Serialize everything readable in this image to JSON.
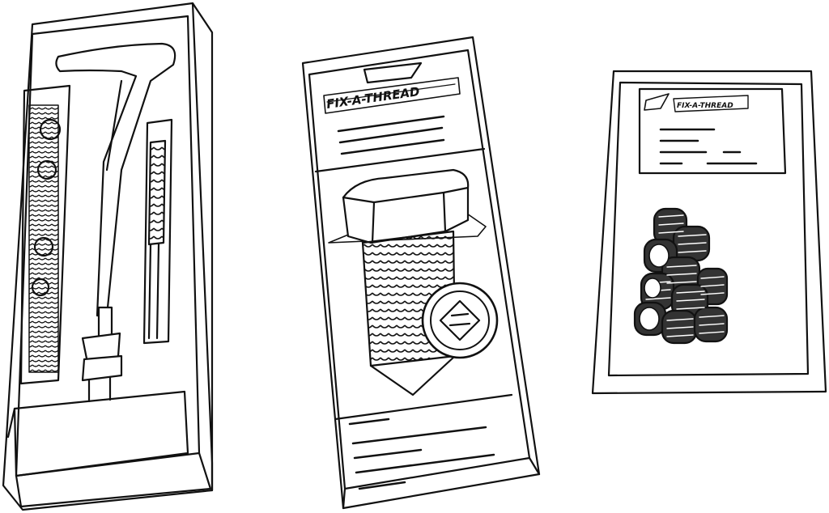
{
  "scene": {
    "ink_color": "#111111",
    "paper_color": "#ffffff",
    "brand_logo_text": "FIX-A-THREAD"
  },
  "products": [
    {
      "id": "repair-kit-tray",
      "contents": [
        "installation-tool",
        "thread-inserts",
        "tap"
      ]
    },
    {
      "id": "boxed-kit",
      "artwork": [
        "brand-logo",
        "bolt-illustration",
        "label-text-lines"
      ]
    },
    {
      "id": "insert-pack",
      "artwork": [
        "brand-logo",
        "label-text-lines",
        "thread-inserts"
      ]
    }
  ]
}
